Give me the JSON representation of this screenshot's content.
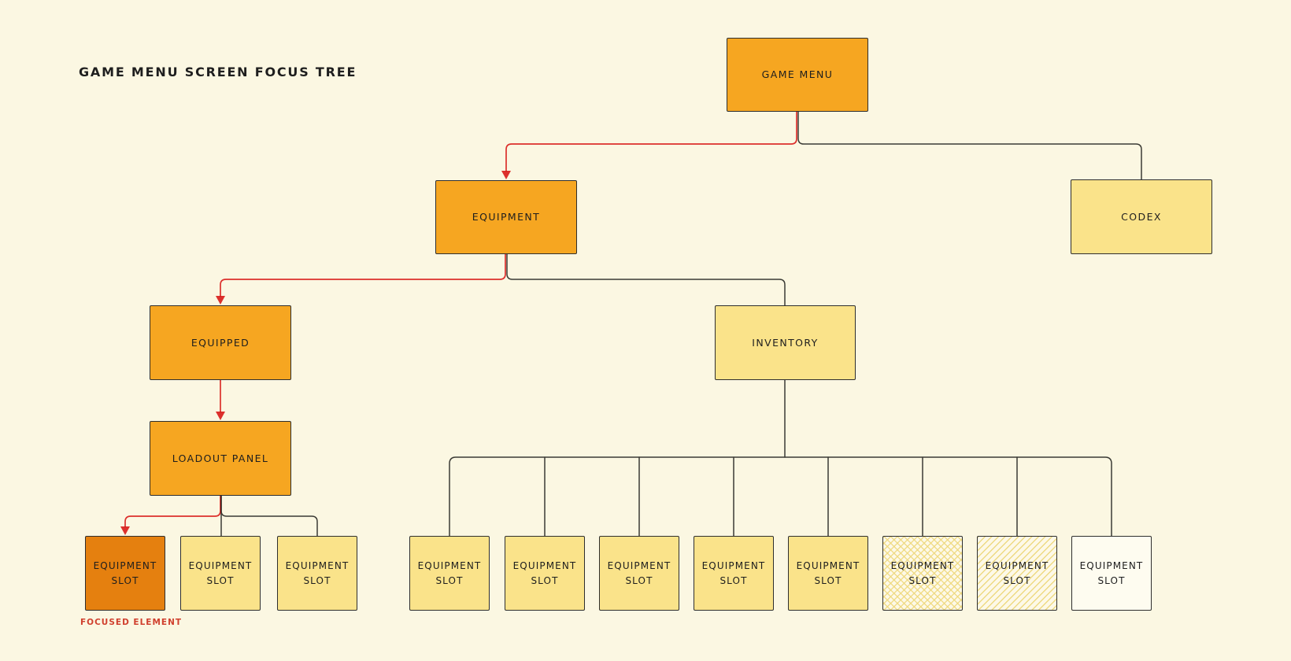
{
  "title": "GAME MENU SCREEN FOCUS TREE",
  "legend": {
    "focused_caption": "FOCUSED ELEMENT"
  },
  "nodes": {
    "game_menu": "GAME MENU",
    "equipment": "EQUIPMENT",
    "codex": "CODEX",
    "equipped": "EQUIPPED",
    "inventory": "INVENTORY",
    "loadout_panel": "LOADOUT PANEL",
    "equipment_slot": "EQUIPMENT SLOT"
  },
  "tree": {
    "root": "GAME MENU",
    "edges": [
      {
        "from": "GAME MENU",
        "to": "EQUIPMENT",
        "style": "focus-path-red-arrow"
      },
      {
        "from": "GAME MENU",
        "to": "CODEX",
        "style": "line"
      },
      {
        "from": "EQUIPMENT",
        "to": "EQUIPPED",
        "style": "focus-path-red-arrow"
      },
      {
        "from": "EQUIPMENT",
        "to": "INVENTORY",
        "style": "line"
      },
      {
        "from": "EQUIPPED",
        "to": "LOADOUT PANEL",
        "style": "focus-path-red-arrow"
      },
      {
        "from": "LOADOUT PANEL",
        "to": "EQUIPMENT SLOT (focused)",
        "style": "focus-path-red-arrow"
      },
      {
        "from": "LOADOUT PANEL",
        "to": "EQUIPMENT SLOT",
        "style": "line",
        "count": 2
      },
      {
        "from": "INVENTORY",
        "to": "EQUIPMENT SLOT",
        "style": "line",
        "count": 8
      }
    ],
    "inventory_slot_fills": [
      "solid",
      "solid",
      "solid",
      "solid",
      "solid",
      "cross-hatch",
      "hatch",
      "transparent"
    ]
  },
  "colors": {
    "background": "#fbf7e2",
    "node_orange": "#f6a621",
    "node_focused_orange": "#e5800f",
    "node_yellow": "#fae38a",
    "border": "#2e2e2e",
    "connector": "#3a3a34",
    "focus_arrow_red": "#e03131",
    "caption_red": "#d0402e",
    "text": "#1e1e1e"
  }
}
